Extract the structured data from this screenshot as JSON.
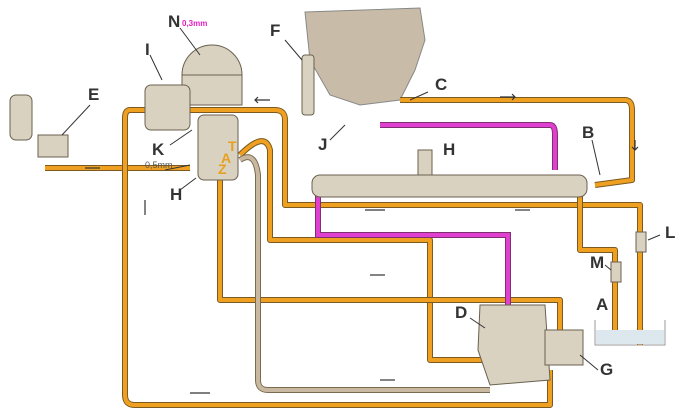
{
  "labels": {
    "N": "N",
    "nozzle_note": "0,3mm",
    "I": "I",
    "K": "K",
    "orifice_note": "0,5mm",
    "T": "T",
    "A_filter": "A",
    "Z": "Z",
    "F": "F",
    "C": "C",
    "E": "E",
    "B": "B",
    "J": "J",
    "H_rail": "H",
    "H_filter": "H",
    "L": "L",
    "M": "M",
    "A_tank": "A",
    "D": "D",
    "G": "G"
  },
  "colors": {
    "low_pressure": "#f0a020",
    "high_pressure": "#e040d0",
    "return": "#c8b8a0"
  }
}
